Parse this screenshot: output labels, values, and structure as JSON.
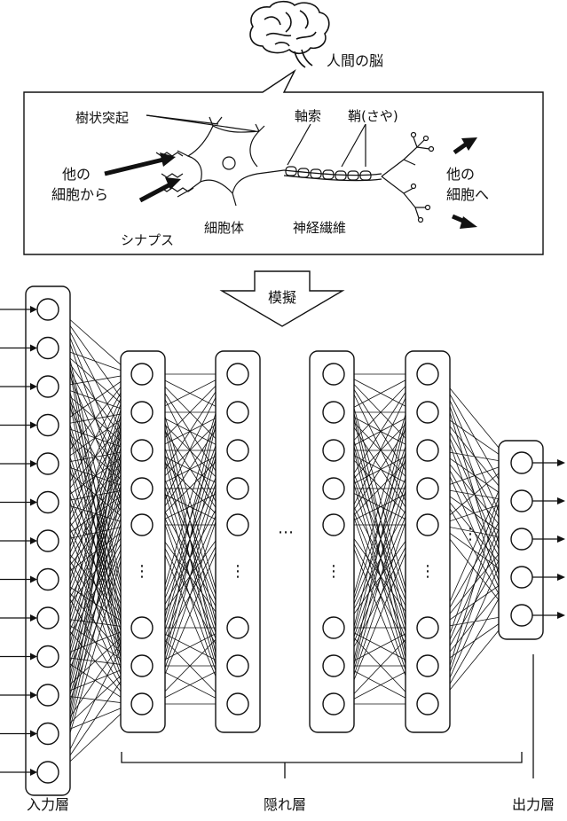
{
  "brain": {
    "label": "人間の脳"
  },
  "neuron": {
    "dendrites": "樹状突起",
    "axon": "軸索",
    "sheath": "鞘(さや)",
    "from_other_line1": "他の",
    "from_other_line2": "細胞から",
    "to_other_line1": "他の",
    "to_other_line2": "細胞へ",
    "synapse": "シナプス",
    "cell_body": "細胞体",
    "nerve_fiber": "神経繊維"
  },
  "simulate_label": "模擬",
  "network": {
    "input_layer": "入力層",
    "hidden_layers": "隠れ層",
    "output_layer": "出力層",
    "vertical_ellipsis": "⋮",
    "horizontal_ellipsis": "⋯"
  },
  "colors": {
    "ink": "#111111",
    "background": "#ffffff"
  }
}
